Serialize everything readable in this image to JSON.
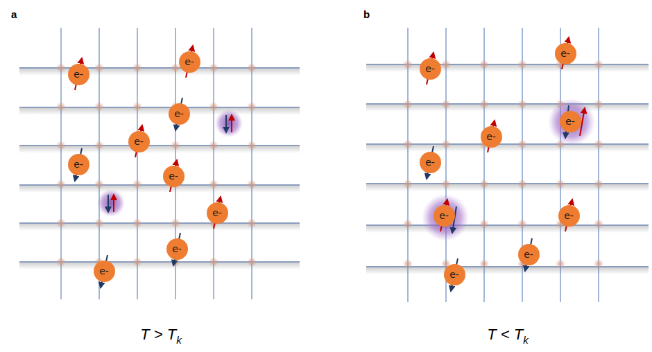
{
  "diagram": {
    "nodes": [
      {
        "text": [
          "e-"
        ]
      },
      {
        "text": [
          "e-"
        ]
      },
      {
        "text": [
          "e-"
        ]
      },
      {
        "text": [
          "e-"
        ]
      },
      {
        "text": [
          "e-"
        ]
      },
      {
        "text": [
          "e-"
        ]
      },
      {
        "text": [
          "e-"
        ]
      },
      {
        "text": [
          "e-"
        ]
      },
      {
        "text": [
          "e-"
        ]
      },
      {
        "text": [
          "e-"
        ]
      },
      {
        "text": [
          "e-"
        ]
      },
      {
        "text": [
          "e-"
        ]
      },
      {
        "text": [
          "e-"
        ]
      },
      {
        "text": [
          "e-"
        ]
      },
      {
        "text": [
          "e-"
        ]
      },
      {
        "text": [
          "e-"
        ]
      },
      {
        "text": [
          "e-"
        ]
      },
      {
        "text": [
          "e-"
        ]
      }
    ],
    "labels": [
      "a",
      "b",
      "T > T",
      "k",
      "T < T",
      "k"
    ]
  }
}
